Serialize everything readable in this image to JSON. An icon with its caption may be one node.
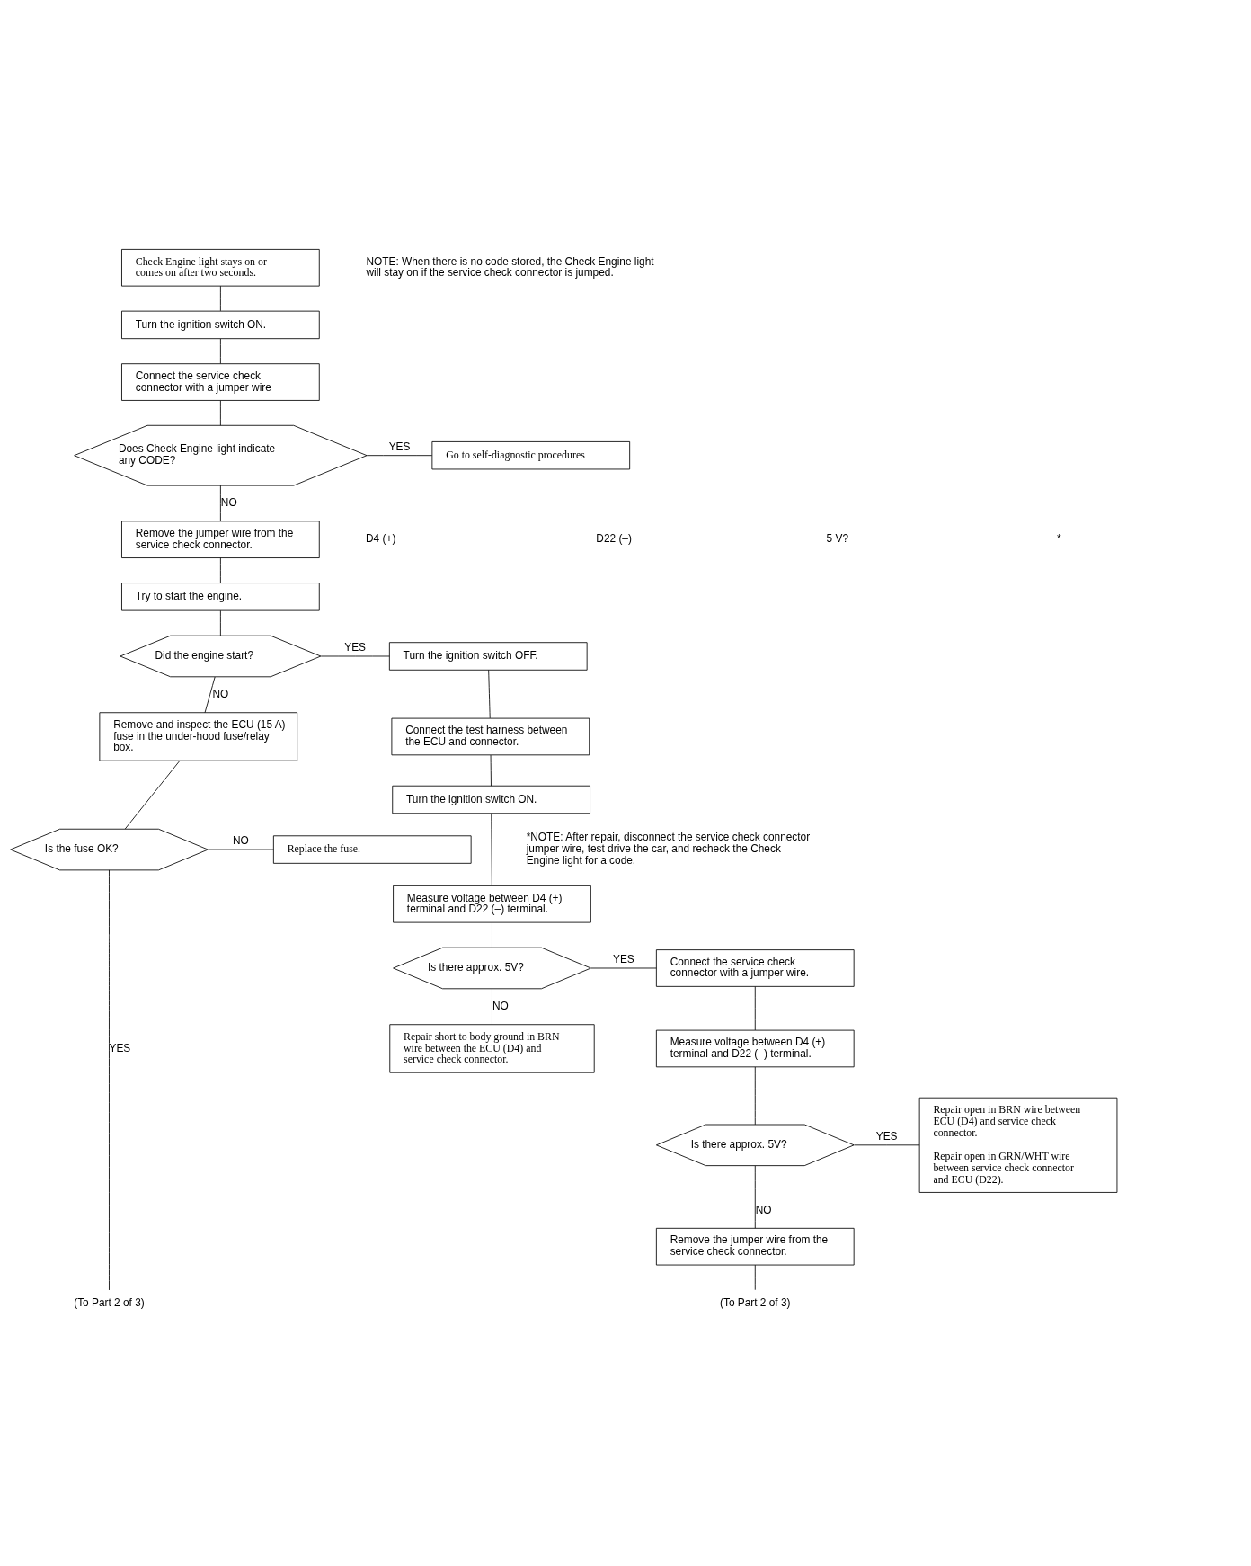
{
  "diagram": {
    "nodes": [
      {
        "text": [
          "Check Engine light stays on or comes on after two seconds."
        ]
      },
      {
        "text": [
          "Turn the ignition switch ON."
        ]
      },
      {
        "text": [
          "Connect the service check connector with a jumper wire"
        ]
      },
      {
        "text": [
          "Does Check Engine light indicate any CODE?"
        ]
      },
      {
        "text": [
          "Go to self-diagnostic procedures"
        ]
      },
      {
        "text": [
          "Remove the jumper wire from the service check connector."
        ]
      },
      {
        "text": [
          "Try to start the engine."
        ]
      },
      {
        "text": [
          "Did the engine start?"
        ]
      },
      {
        "text": [
          "Turn the ignition switch OFF."
        ]
      },
      {
        "text": [
          "Connect the test harness between the ECU and connector."
        ]
      },
      {
        "text": [
          "Turn the ignition switch ON."
        ]
      },
      {
        "text": [
          "Measure voltage between D4 (+) terminal and D22 (–) terminal."
        ]
      },
      {
        "text": [
          "Is there approx. 5V?"
        ]
      },
      {
        "text": [
          "Connect the service check connector with a jumper wire."
        ]
      },
      {
        "text": [
          "Repair short to body ground in BRN wire between the ECU (D4) and service check connector."
        ]
      },
      {
        "text": [
          "Measure voltage between D4 (+) terminal and D22 (–) terminal."
        ]
      },
      {
        "text": [
          "Is there approx. 5V?"
        ]
      },
      {
        "text": [
          "Repair open in BRN wire between ECU (D4) and service check connector.",
          "Repair open in GRN/WHT wire between service check connector and ECU (D22)."
        ]
      },
      {
        "text": [
          "Remove the jumper wire from the service check connector."
        ]
      },
      {
        "text": [
          "Remove and inspect the ECU (15 A) fuse in the under-hood fuse/relay box."
        ]
      },
      {
        "text": [
          "Is the fuse OK?"
        ]
      },
      {
        "text": [
          "Replace the fuse."
        ]
      },
      {
        "text": [
          "(To Part 2 of 3)"
        ]
      },
      {
        "text": [
          "(To Part 2 of 3)"
        ]
      }
    ],
    "edges": [
      {
        "from": 0,
        "to": 1,
        "arrow": "none"
      },
      {
        "from": 1,
        "to": 2,
        "arrow": "none"
      },
      {
        "from": 2,
        "to": 3,
        "arrow": "none"
      },
      {
        "from": 3,
        "to": 4,
        "arrow": "none",
        "label": "YES"
      },
      {
        "from": 3,
        "to": 5,
        "arrow": "none",
        "label": "NO"
      },
      {
        "from": 5,
        "to": 6,
        "arrow": "none"
      },
      {
        "from": 6,
        "to": 7,
        "arrow": "none"
      },
      {
        "from": 7,
        "to": 8,
        "arrow": "none",
        "label": "YES"
      },
      {
        "from": 7,
        "to": 19,
        "arrow": "none",
        "label": "NO"
      },
      {
        "from": 8,
        "to": 9,
        "arrow": "none"
      },
      {
        "from": 9,
        "to": 10,
        "arrow": "none"
      },
      {
        "from": 10,
        "to": 11,
        "arrow": "none"
      },
      {
        "from": 11,
        "to": 12,
        "arrow": "none"
      },
      {
        "from": 12,
        "to": 13,
        "arrow": "none",
        "label": "YES"
      },
      {
        "from": 12,
        "to": 14,
        "arrow": "none",
        "label": "NO"
      },
      {
        "from": 13,
        "to": 15,
        "arrow": "none"
      },
      {
        "from": 15,
        "to": 16,
        "arrow": "none"
      },
      {
        "from": 16,
        "to": 17,
        "arrow": "none",
        "label": "YES"
      },
      {
        "from": 16,
        "to": 18,
        "arrow": "none",
        "label": "NO"
      },
      {
        "from": 18,
        "to": 23,
        "arrow": "none"
      },
      {
        "from": 19,
        "to": 20,
        "arrow": "none"
      },
      {
        "from": 20,
        "to": 21,
        "arrow": "none",
        "label": "NO"
      },
      {
        "from": 20,
        "to": 22,
        "arrow": "none",
        "label": "YES"
      }
    ],
    "labels": [
      "NOTE: When there is no code stored, the Check Engine light will stay on if the service check connector is jumped.",
      "D4 (+)",
      "D22 (–)",
      "5 V?",
      "*",
      "*NOTE: After repair, disconnect the service check connector jumper wire, test drive the car, and recheck the Check Engine light for a code."
    ]
  }
}
